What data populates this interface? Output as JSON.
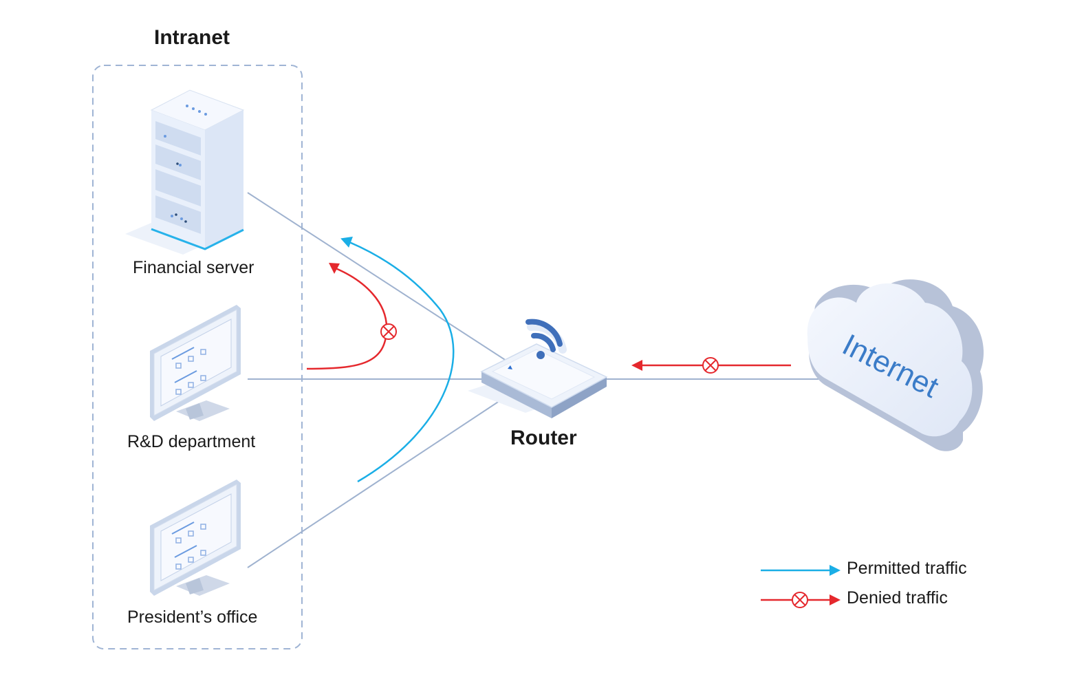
{
  "intranet": {
    "title": "Intranet",
    "devices": [
      {
        "name": "Financial server",
        "type": "server"
      },
      {
        "name": "R&D department",
        "type": "computer"
      },
      {
        "name": "President’s office",
        "type": "computer"
      }
    ]
  },
  "router": {
    "label": "Router"
  },
  "internet": {
    "label": "Internet"
  },
  "legend": {
    "permitted": "Permitted traffic",
    "denied": "Denied traffic"
  },
  "colors": {
    "permitted": "#1aaee6",
    "denied": "#e5282d",
    "link": "#9fb2cf",
    "box_border": "#9fb4d4",
    "device_face": "#e6eefb",
    "device_screen": "#f3f7fd"
  },
  "icons": [
    "server-icon",
    "computer-icon",
    "router-icon",
    "wifi-icon",
    "cloud-icon",
    "deny-icon"
  ]
}
